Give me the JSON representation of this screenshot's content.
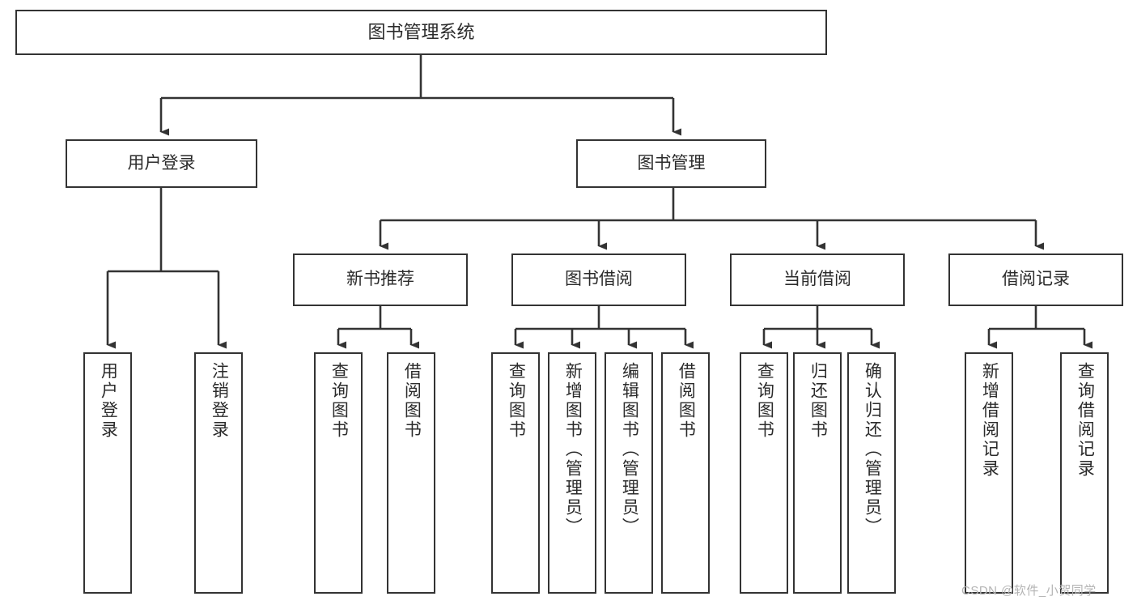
{
  "diagram": {
    "type": "tree-hierarchy-chart",
    "title": "图书管理系统",
    "colors": {
      "box_border": "#333333",
      "box_fill": "#ffffff",
      "edge": "#333333",
      "text": "#2b2b2b",
      "watermark": "#b4b4b4",
      "background": "#ffffff"
    },
    "root": {
      "label": "图书管理系统"
    },
    "level1": [
      {
        "label": "用户登录"
      },
      {
        "label": "图书管理"
      }
    ],
    "level2": [
      {
        "label": "新书推荐"
      },
      {
        "label": "图书借阅"
      },
      {
        "label": "当前借阅"
      },
      {
        "label": "借阅记录"
      }
    ],
    "leaves": {
      "user_login": [
        {
          "label": "用户登录"
        },
        {
          "label": "注销登录"
        }
      ],
      "new_book_recommend": [
        {
          "label": "查询图书"
        },
        {
          "label": "借阅图书"
        }
      ],
      "book_borrow": [
        {
          "label": "查询图书"
        },
        {
          "label": "新增图书（管理员）"
        },
        {
          "label": "编辑图书（管理员）"
        },
        {
          "label": "借阅图书"
        }
      ],
      "current_borrow": [
        {
          "label": "查询图书"
        },
        {
          "label": "归还图书"
        },
        {
          "label": "确认归还（管理员）"
        }
      ],
      "borrow_record": [
        {
          "label": "新增借阅记录"
        },
        {
          "label": "查询借阅记录"
        }
      ]
    },
    "watermark": {
      "text": "CSDN @软件_小贺同学"
    }
  }
}
